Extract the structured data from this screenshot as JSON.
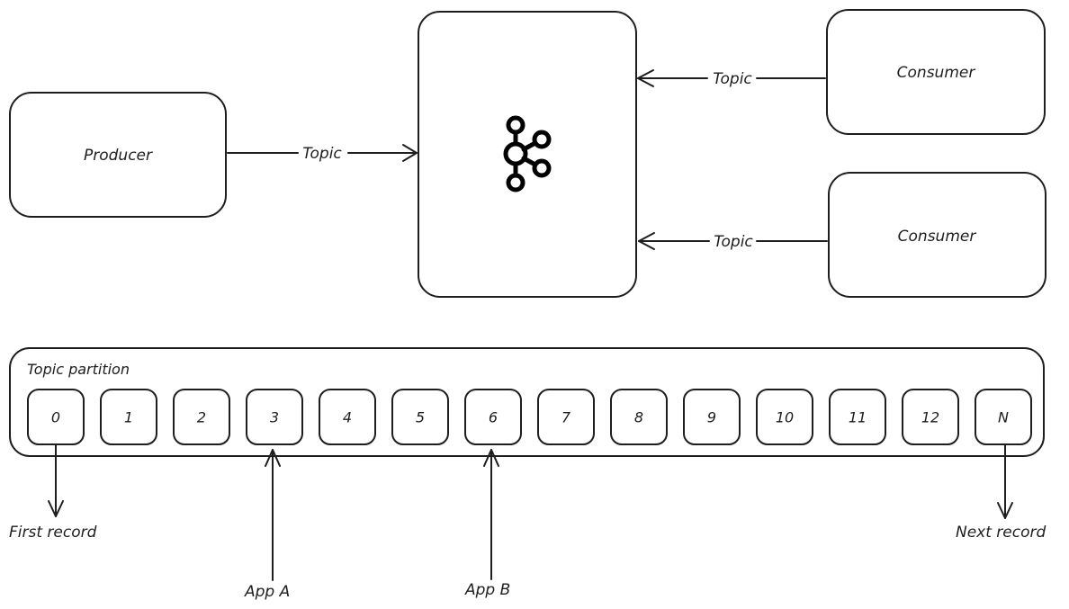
{
  "producer": {
    "label": "Producer"
  },
  "consumers": [
    {
      "label": "Consumer"
    },
    {
      "label": "Consumer"
    }
  ],
  "flows": {
    "producer_to_broker": {
      "label": "Topic"
    },
    "consumer1_to_broker": {
      "label": "Topic"
    },
    "consumer2_to_broker": {
      "label": "Topic"
    }
  },
  "broker": {
    "icon": "kafka-icon"
  },
  "partition": {
    "title": "Topic partition",
    "cells": [
      "0",
      "1",
      "2",
      "3",
      "4",
      "5",
      "6",
      "7",
      "8",
      "9",
      "10",
      "11",
      "12",
      "N"
    ]
  },
  "markers": {
    "first": "First record",
    "app_a": "App A",
    "app_b": "App B",
    "next": "Next record"
  }
}
